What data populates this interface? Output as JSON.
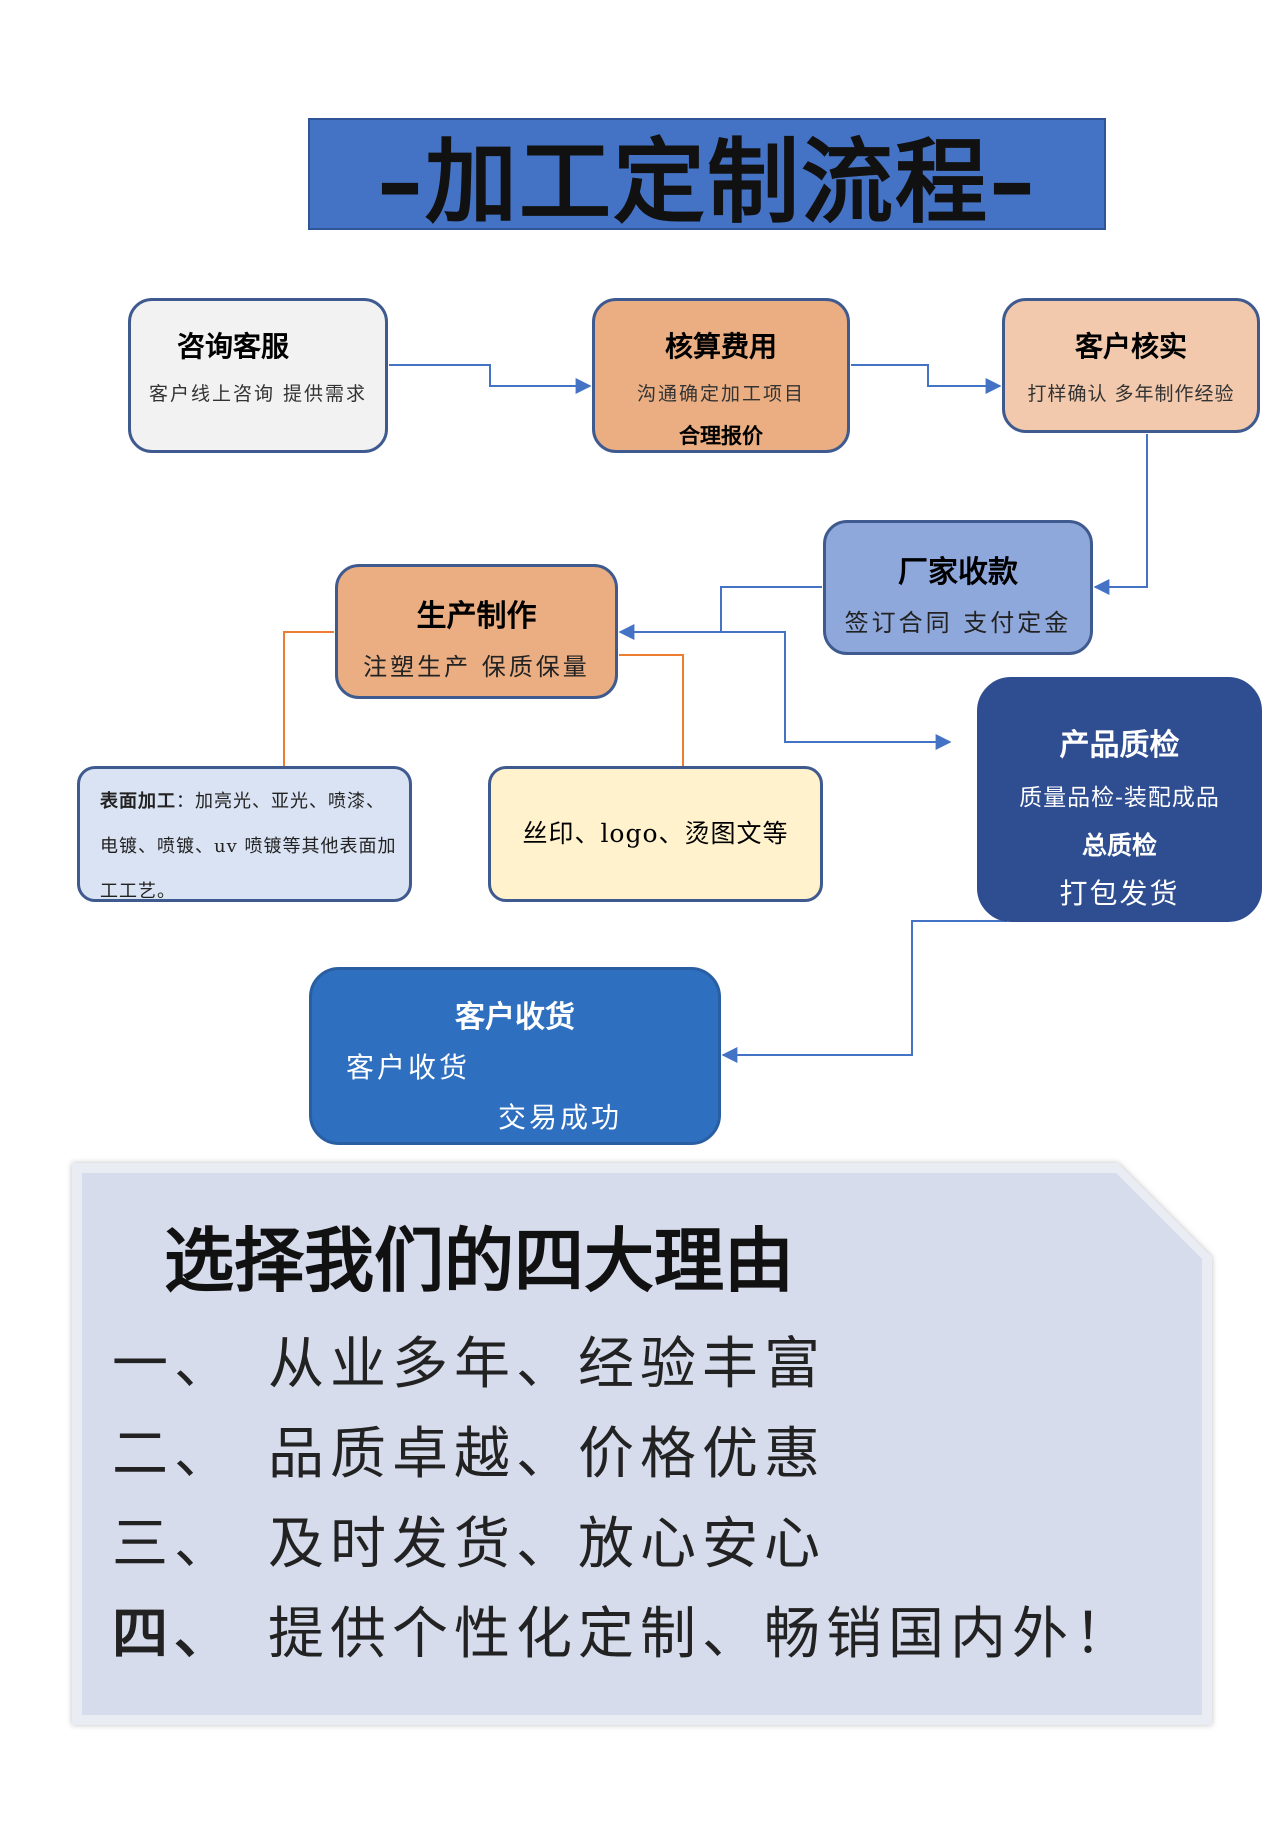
{
  "title": "–加工定制流程–",
  "nodes": {
    "consult": {
      "title": "咨询客服",
      "line1": "客户线上咨询 提供需求"
    },
    "quote": {
      "title": "核算费用",
      "line1": "沟通确定加工项目",
      "line2": "合理报价"
    },
    "verify": {
      "title": "客户核实",
      "line1": "打样确认 多年制作经验"
    },
    "pay": {
      "title": "厂家收款",
      "line1": "签订合同 支付定金"
    },
    "produce": {
      "title": "生产制作",
      "line1": "注塑生产 保质保量"
    },
    "qc": {
      "title": "产品质检",
      "line1": "质量品检-装配成品",
      "line2": "总质检",
      "line3": "打包发货"
    },
    "surface": {
      "label": "表面加工",
      "text": "：加亮光、亚光、喷漆、电镀、喷镀、uv 喷镀等其他表面加工工艺。"
    },
    "print": {
      "text": "丝印、logo、烫图文等"
    },
    "receive": {
      "title": "客户收货",
      "line1": "客户收货",
      "line2": "交易成功"
    }
  },
  "reasons": {
    "title": "选择我们的四大理由",
    "items": [
      {
        "num": "一、",
        "text": "从业多年、经验丰富"
      },
      {
        "num": "二、",
        "text": "品质卓越、价格优惠"
      },
      {
        "num": "三、",
        "text": "及时发货、放心安心"
      },
      {
        "num": "四、",
        "text": "提供个性化定制、畅销国内外！"
      }
    ]
  },
  "colors": {
    "title_banner": "#4472c4",
    "connector_blue": "#4472c4",
    "connector_orange": "#ed7d31",
    "node_border": "#3f5a8f",
    "qc_fill": "#2f4d91",
    "receive_fill": "#2e6fbf",
    "reasons_fill": "#d6dcec"
  }
}
